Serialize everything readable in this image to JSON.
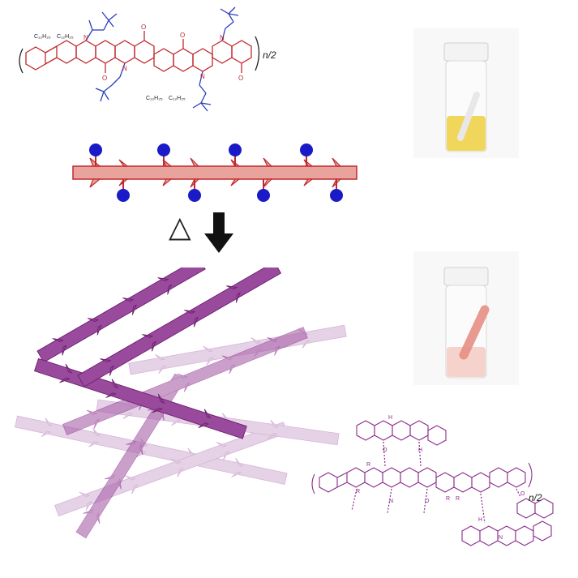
{
  "polymer_top": {
    "repeat_label": "n/2",
    "alkyl_left": "C₁₂H₂₅",
    "alkyl_right": "C₁₂H₂₅",
    "alkyl_bottom_left": "C₁₂H₂₅",
    "alkyl_bottom_right": "C₁₂H₂₅",
    "atom_n": "N",
    "atom_o": "O",
    "colors": {
      "backbone": "#c0282d",
      "boc": "#2a3fbf"
    }
  },
  "polymer_bottom": {
    "repeat_label": "n/2",
    "substituent_r": "R",
    "atom_n": "N",
    "atom_h": "H",
    "atom_o": "O",
    "colors": {
      "backbone": "#8b2c8c"
    }
  },
  "arrow": {
    "symbol": "△",
    "color": "#111111"
  },
  "cartoon": {
    "rod_color": "#d46a60",
    "ball_color": "#1a1ac8",
    "fiber_color": "#8a2c8e"
  },
  "vials": {
    "top": {
      "liquid_color": "#f0d24a"
    },
    "bottom": {
      "liquid_color": "#f4c0b8"
    }
  }
}
